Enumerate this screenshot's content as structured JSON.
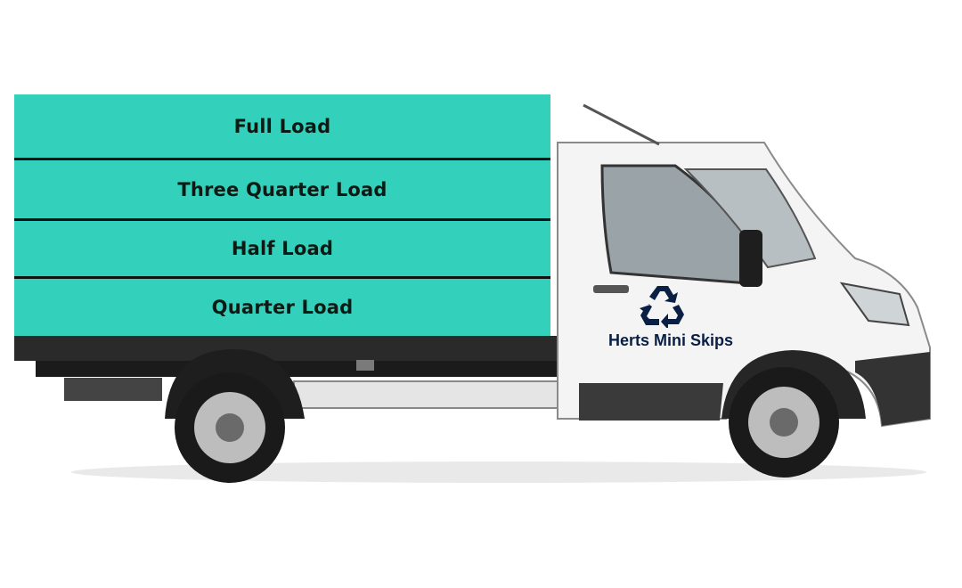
{
  "loads": [
    {
      "label": "Full Load"
    },
    {
      "label": "Three Quarter Load"
    },
    {
      "label": "Half Load"
    },
    {
      "label": "Quarter Load"
    }
  ],
  "brand": {
    "name": "Herts Mini Skips"
  },
  "icons": {
    "recycle": "recycle-icon"
  },
  "colors": {
    "load_fill": "#33d0bc",
    "brand_text": "#0a1f44"
  }
}
